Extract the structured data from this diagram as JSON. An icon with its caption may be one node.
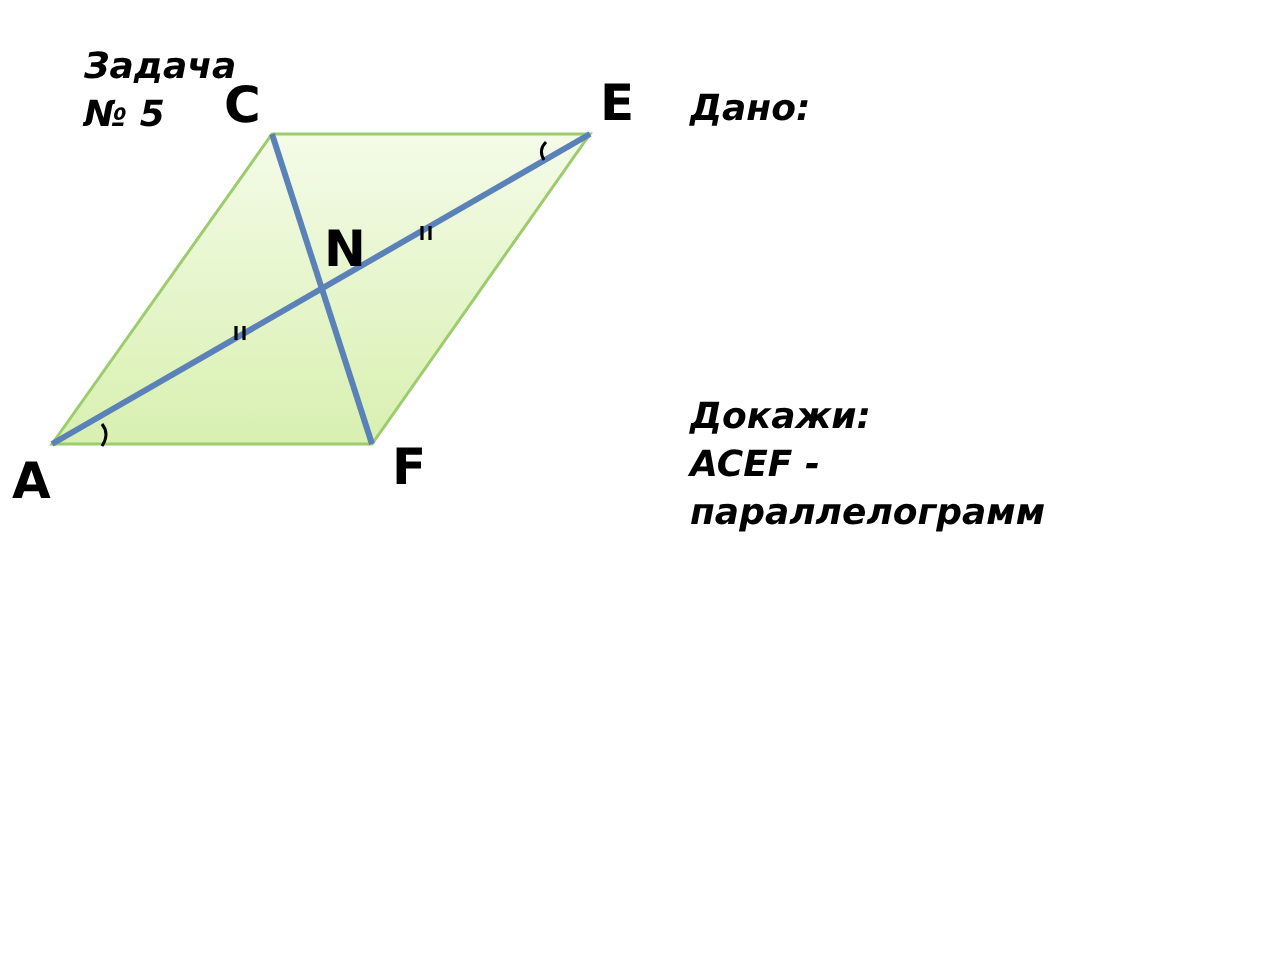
{
  "diagram": {
    "title": "Задача № 5",
    "labels": [
      "C",
      "E",
      "N",
      "A",
      "F",
      "Дано:",
      "Докажи:",
      "ACEF - параллелограмм"
    ]
  }
}
